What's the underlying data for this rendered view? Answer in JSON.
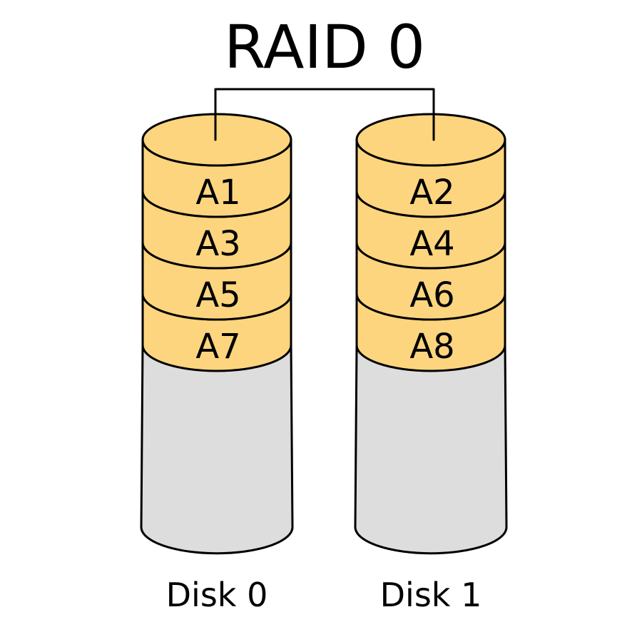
{
  "title": "RAID 0",
  "colors": {
    "block_fill": "#FDD57E",
    "empty_fill": "#DDDDDD",
    "stroke": "#000000",
    "background": "#FFFFFF"
  },
  "disks": [
    {
      "label": "Disk 0",
      "blocks": [
        "A1",
        "A3",
        "A5",
        "A7"
      ]
    },
    {
      "label": "Disk 1",
      "blocks": [
        "A2",
        "A4",
        "A6",
        "A8"
      ]
    }
  ]
}
